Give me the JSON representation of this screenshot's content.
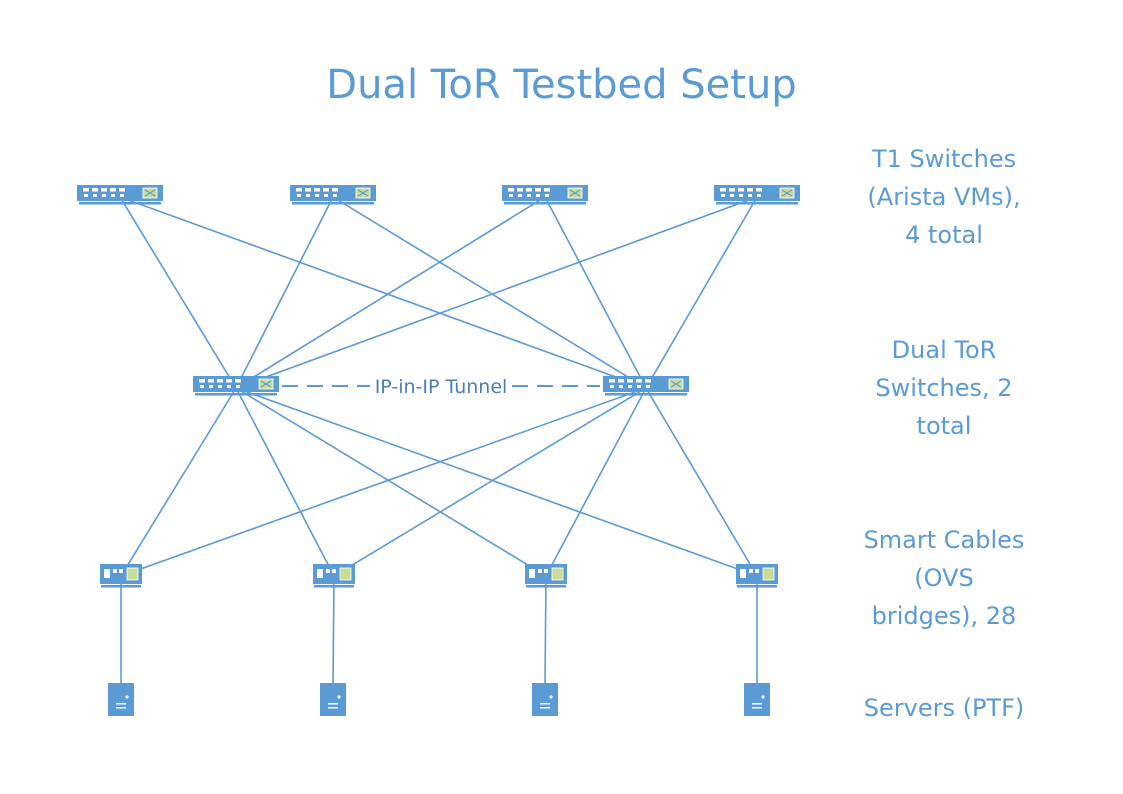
{
  "title": "Dual ToR Testbed Setup",
  "colors": {
    "line": "#5b9bd5",
    "device": "#5b9bd5",
    "text": "#5b9bd5"
  },
  "tiers": {
    "t1": {
      "lines": [
        "T1 Switches",
        "(Arista VMs),",
        "4 total"
      ],
      "icon": "switch-icon"
    },
    "tor": {
      "lines": [
        "Dual ToR",
        "Switches, 2",
        "total"
      ],
      "icon": "switch-icon"
    },
    "cables": {
      "lines": [
        "Smart Cables",
        "(OVS",
        "bridges), 28"
      ],
      "icon": "bridge-icon"
    },
    "servers": {
      "lines": [
        "Servers (PTF)"
      ],
      "icon": "server-icon"
    }
  },
  "tunnel_label": "IP-in-IP Tunnel"
}
